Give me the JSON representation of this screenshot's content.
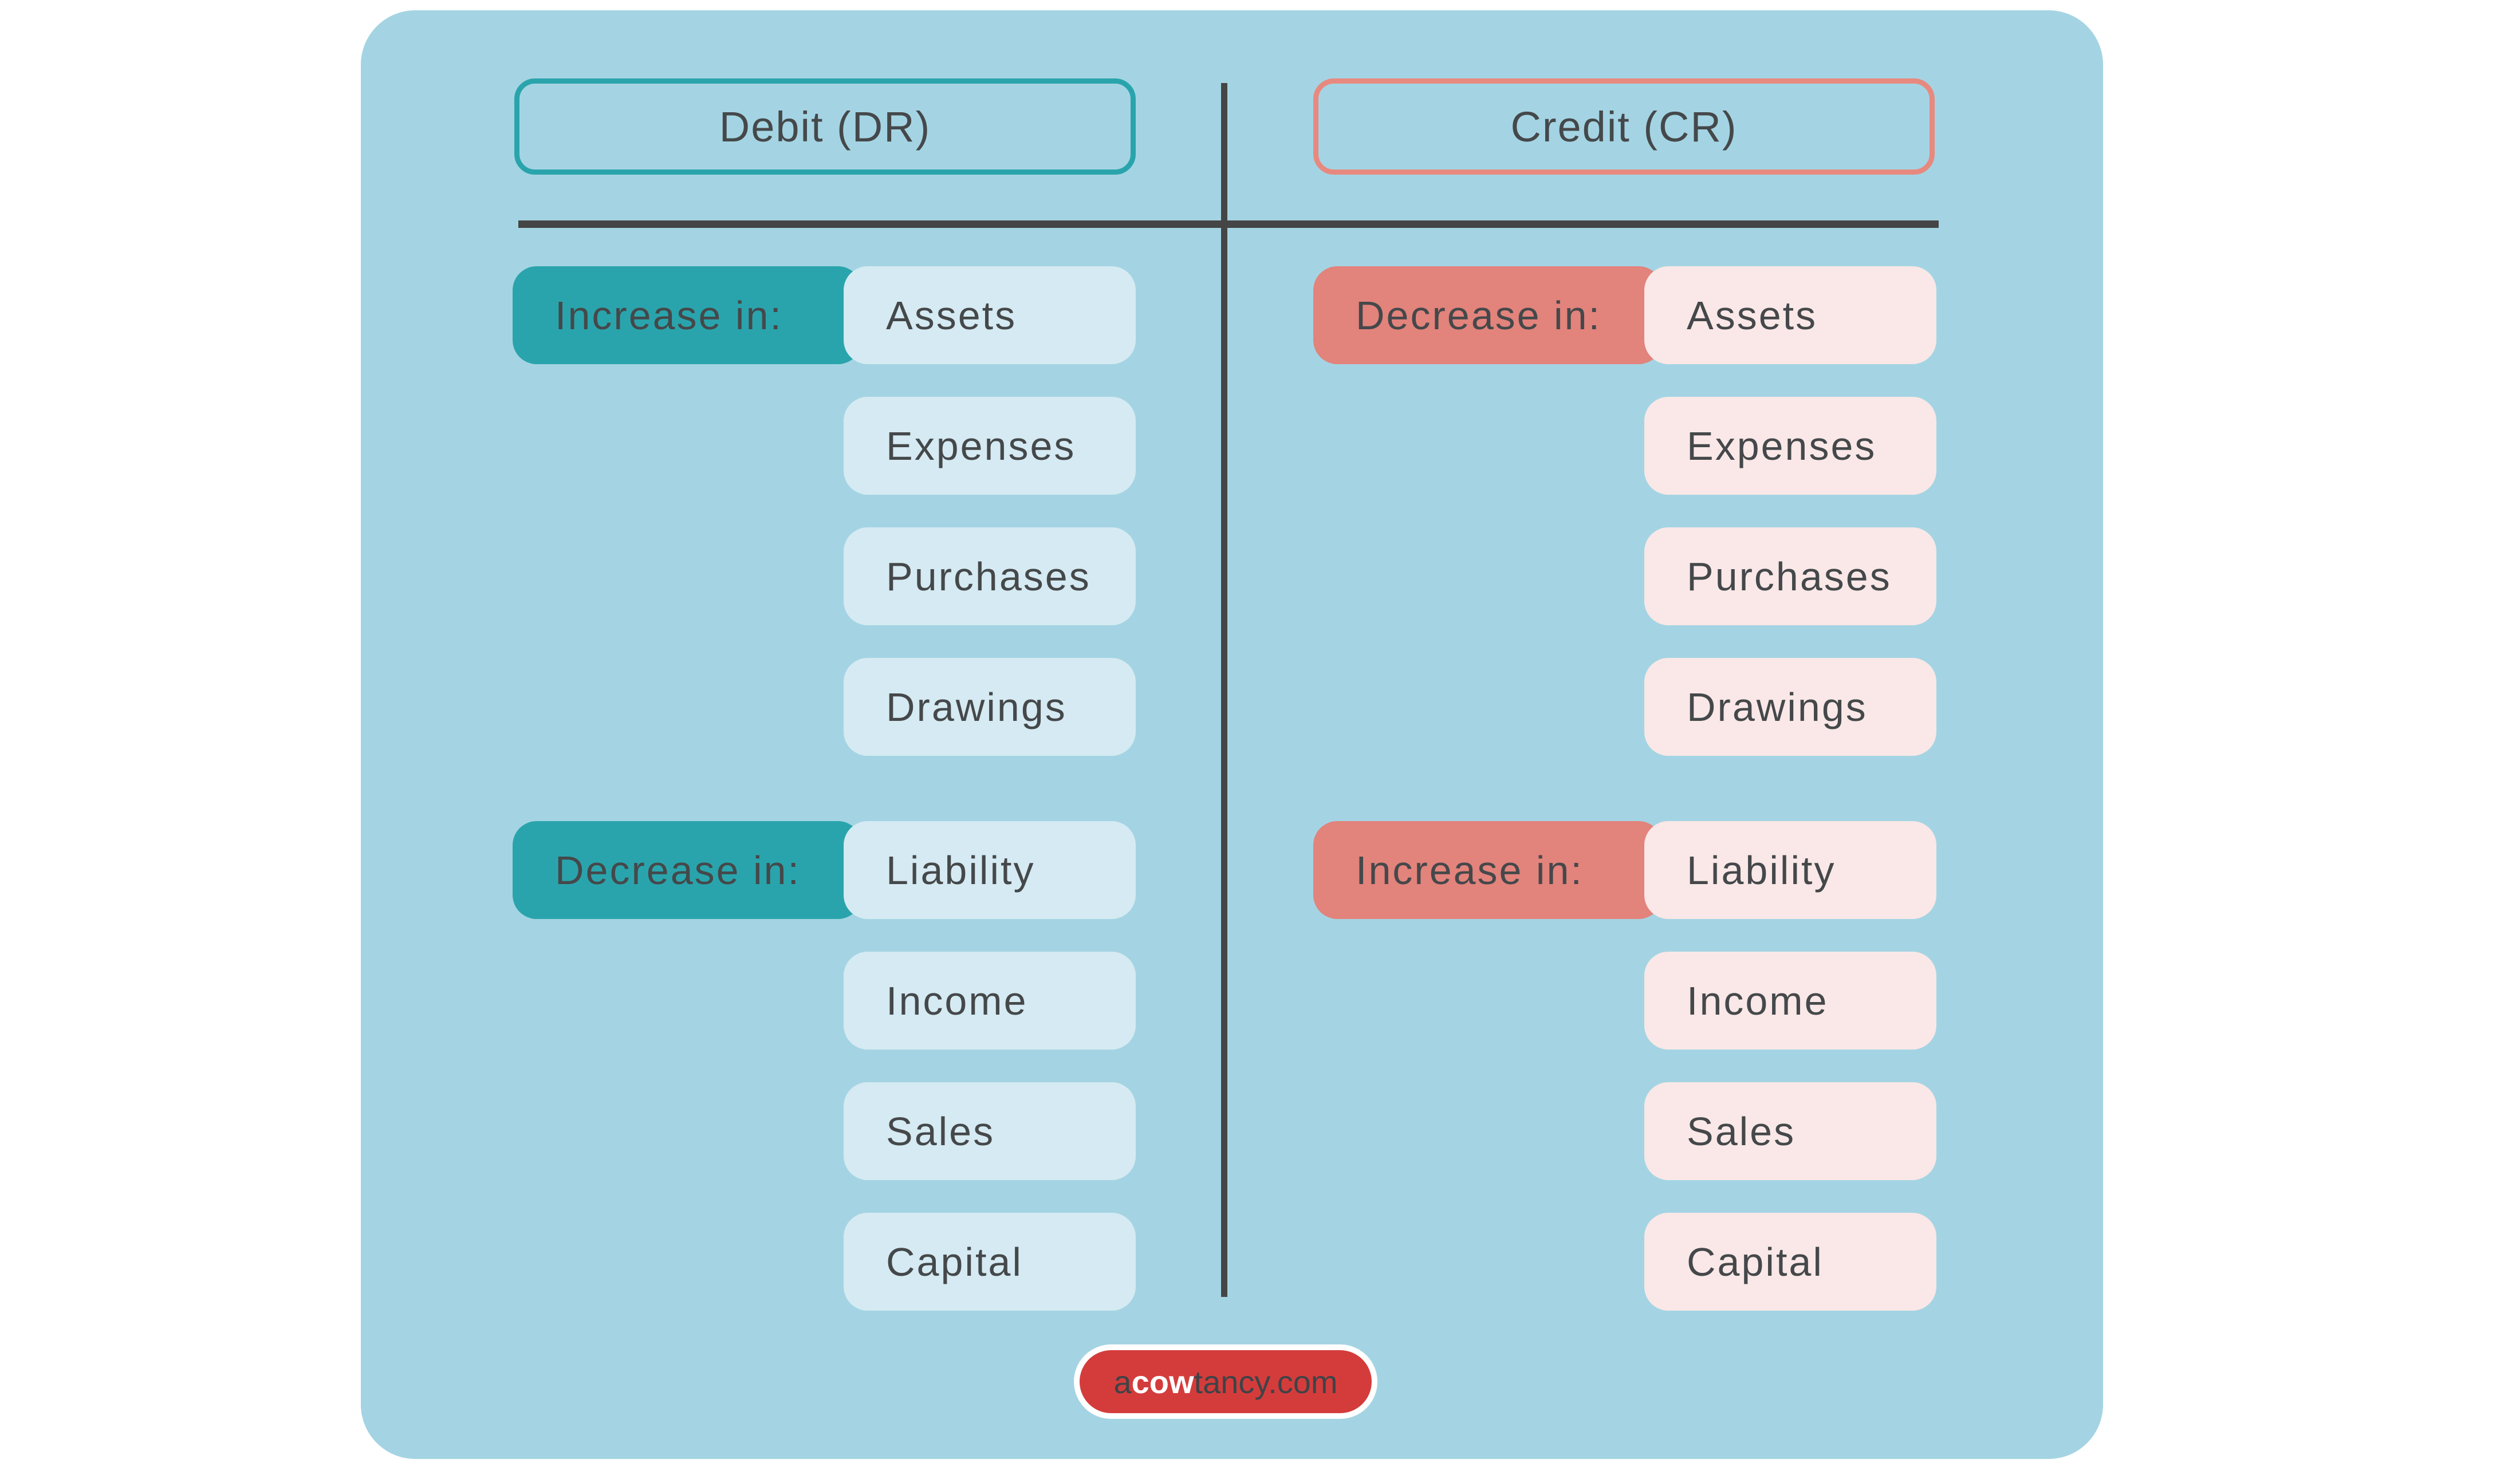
{
  "colors": {
    "page_background": "#ffffff",
    "panel_background": "#a4d4e3",
    "teal_accent": "#2aa4ac",
    "teal_light_pill": "#d5eaf2",
    "salmon_accent": "#e2837c",
    "salmon_border": "#e8897f",
    "salmon_light_pill": "#f9e8e7",
    "divider_line": "#454545",
    "text": "#45484a",
    "footer_red": "#d43c3c"
  },
  "debit": {
    "header": "Debit (DR)",
    "groups": [
      {
        "label": "Increase in:",
        "items": [
          "Assets",
          "Expenses",
          "Purchases",
          "Drawings"
        ]
      },
      {
        "label": "Decrease in:",
        "items": [
          "Liability",
          "Income",
          "Sales",
          "Capital"
        ]
      }
    ]
  },
  "credit": {
    "header": "Credit (CR)",
    "groups": [
      {
        "label": "Decrease in:",
        "items": [
          "Assets",
          "Expenses",
          "Purchases",
          "Drawings"
        ]
      },
      {
        "label": "Increase in:",
        "items": [
          "Liability",
          "Income",
          "Sales",
          "Capital"
        ]
      }
    ]
  },
  "footer": {
    "prefix": "a",
    "brand": "cow",
    "suffix": "tancy.com"
  }
}
